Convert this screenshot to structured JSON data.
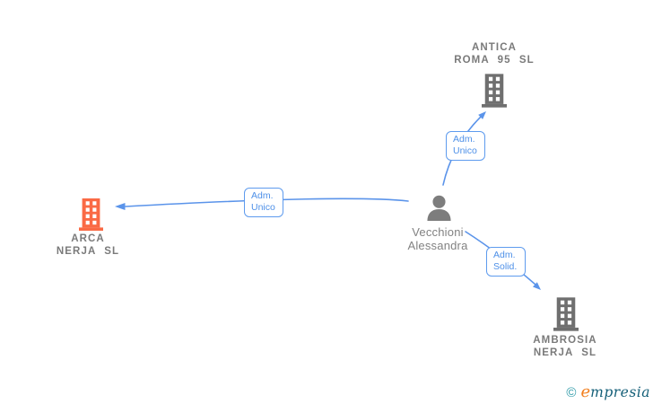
{
  "nodes": {
    "antica": {
      "type": "company",
      "line1": "ANTICA",
      "line2": "ROMA 95 SL"
    },
    "arca": {
      "type": "company",
      "line1": "ARCA",
      "line2": "NERJA SL"
    },
    "ambrosia": {
      "type": "company",
      "line1": "AMBROSIA",
      "line2": "NERJA SL"
    },
    "person": {
      "type": "person",
      "line1": "Vecchioni",
      "line2": "Alessandra"
    }
  },
  "edges": {
    "to_antica": {
      "line1": "Adm.",
      "line2": "Unico"
    },
    "to_arca": {
      "line1": "Adm.",
      "line2": "Unico"
    },
    "to_ambrosia": {
      "line1": "Adm.",
      "line2": "Solid."
    }
  },
  "watermark": {
    "copyright": "©",
    "brand_first": "e",
    "brand_rest": "mpresia"
  },
  "colors": {
    "edge_blue": "#5b94ea",
    "label_box_border": "#5e9bee",
    "label_box_text": "#4e90e8",
    "company_gray": "#6f6f6f",
    "company_highlight_orange": "#fa6a45",
    "person_gray": "#7d7d7d",
    "name_text_gray": "#7a7a7a",
    "watermark_teal": "#145f78",
    "watermark_orange": "#f28020"
  }
}
